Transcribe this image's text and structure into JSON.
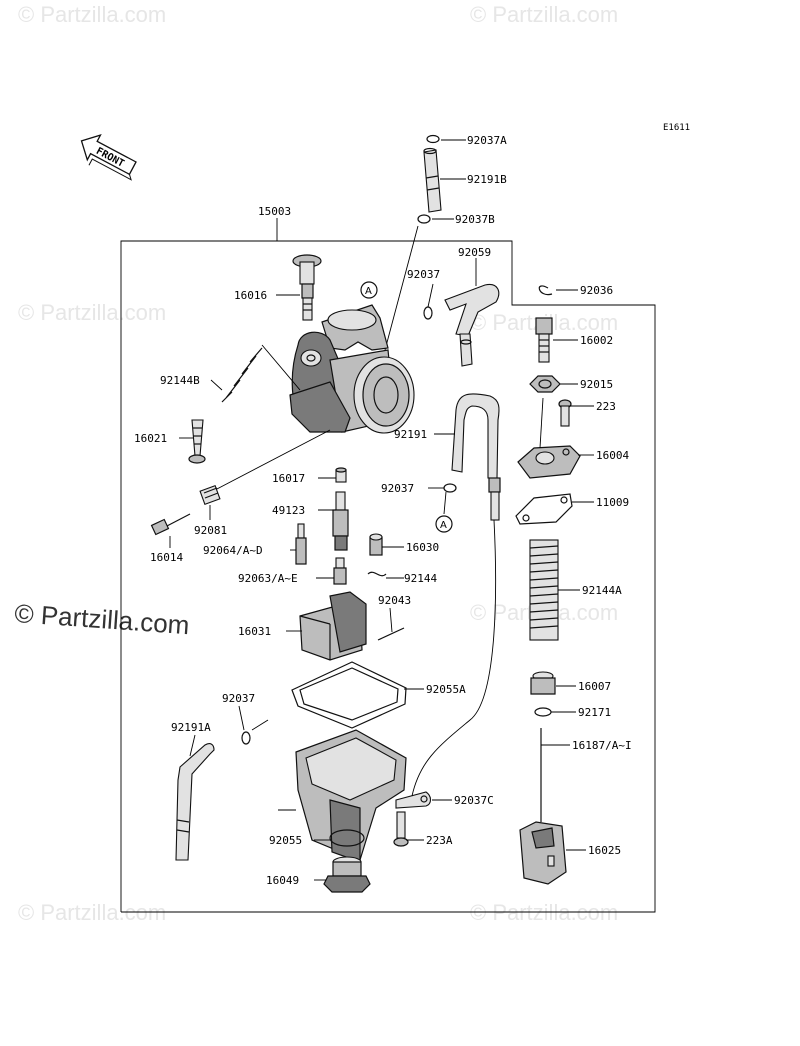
{
  "diagram": {
    "code": "E1611",
    "front_label": "FRONT",
    "assembly_number": "15003",
    "callout_letter": "A",
    "watermark": "© Partzilla.com",
    "parts": [
      {
        "id": "92037A",
        "label": "92037A"
      },
      {
        "id": "92191B",
        "label": "92191B"
      },
      {
        "id": "92037B",
        "label": "92037B"
      },
      {
        "id": "92037-top",
        "label": "92037"
      },
      {
        "id": "92059",
        "label": "92059"
      },
      {
        "id": "92036",
        "label": "92036"
      },
      {
        "id": "16016",
        "label": "16016"
      },
      {
        "id": "16002",
        "label": "16002"
      },
      {
        "id": "92144B",
        "label": "92144B"
      },
      {
        "id": "92015",
        "label": "92015"
      },
      {
        "id": "223",
        "label": "223"
      },
      {
        "id": "16021",
        "label": "16021"
      },
      {
        "id": "92191",
        "label": "92191"
      },
      {
        "id": "16004",
        "label": "16004"
      },
      {
        "id": "16017",
        "label": "16017"
      },
      {
        "id": "92037-mid",
        "label": "92037"
      },
      {
        "id": "11009",
        "label": "11009"
      },
      {
        "id": "49123",
        "label": "49123"
      },
      {
        "id": "92081",
        "label": "92081"
      },
      {
        "id": "16014",
        "label": "16014"
      },
      {
        "id": "92064",
        "label": "92064/A~D"
      },
      {
        "id": "16030",
        "label": "16030"
      },
      {
        "id": "92144A",
        "label": "92144A"
      },
      {
        "id": "92063",
        "label": "92063/A~E"
      },
      {
        "id": "92144",
        "label": "92144"
      },
      {
        "id": "92043",
        "label": "92043"
      },
      {
        "id": "16031",
        "label": "16031"
      },
      {
        "id": "92055A",
        "label": "92055A"
      },
      {
        "id": "16007",
        "label": "16007"
      },
      {
        "id": "92037-low",
        "label": "92037"
      },
      {
        "id": "92171",
        "label": "92171"
      },
      {
        "id": "92191A",
        "label": "92191A"
      },
      {
        "id": "16187",
        "label": "16187/A~I"
      },
      {
        "id": "92037C",
        "label": "92037C"
      },
      {
        "id": "92055",
        "label": "92055"
      },
      {
        "id": "223A",
        "label": "223A"
      },
      {
        "id": "16025",
        "label": "16025"
      },
      {
        "id": "16049",
        "label": "16049"
      }
    ]
  }
}
